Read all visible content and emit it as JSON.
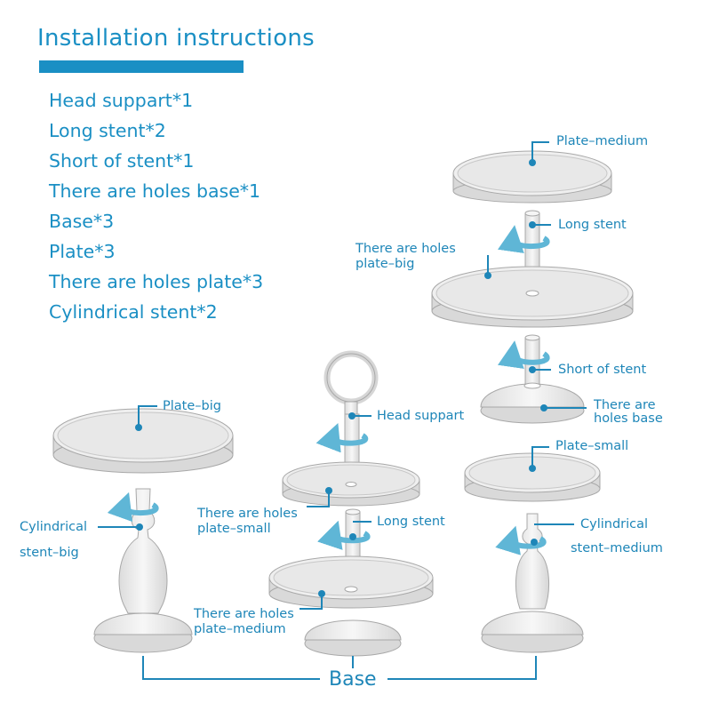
{
  "title": "Installation instructions",
  "parts": [
    "Head suppart*1",
    "Long stent*2",
    "Short of stent*1",
    "There are holes base*1",
    "Base*3",
    "Plate*3",
    "There are holes plate*3",
    "Cylindrical stent*2"
  ],
  "labels": {
    "plate_medium": "Plate–medium",
    "long_stent_top": "Long stent",
    "holes_plate_big_1": "There are holes",
    "holes_plate_big_2": "plate–big",
    "short_stent": "Short of stent",
    "holes_base_1": "There are",
    "holes_base_2": "holes base",
    "plate_big": "Plate–big",
    "head_support": "Head suppart",
    "holes_plate_small_1": "There are holes",
    "holes_plate_small_2": "plate–small",
    "long_stent_mid": "Long stent",
    "cyl_big_1": "Cylindrical",
    "cyl_big_2": "stent–big",
    "holes_plate_medium_1": "There are holes",
    "holes_plate_medium_2": "plate–medium",
    "plate_small": "Plate–small",
    "cyl_medium_1": "Cylindrical",
    "cyl_medium_2": "stent–medium",
    "base": "Base"
  },
  "colors": {
    "accent": "#1a8fc4",
    "arrow": "#5fb6d6",
    "part": "#f2f2f2",
    "edge": "#a8a8a8"
  }
}
